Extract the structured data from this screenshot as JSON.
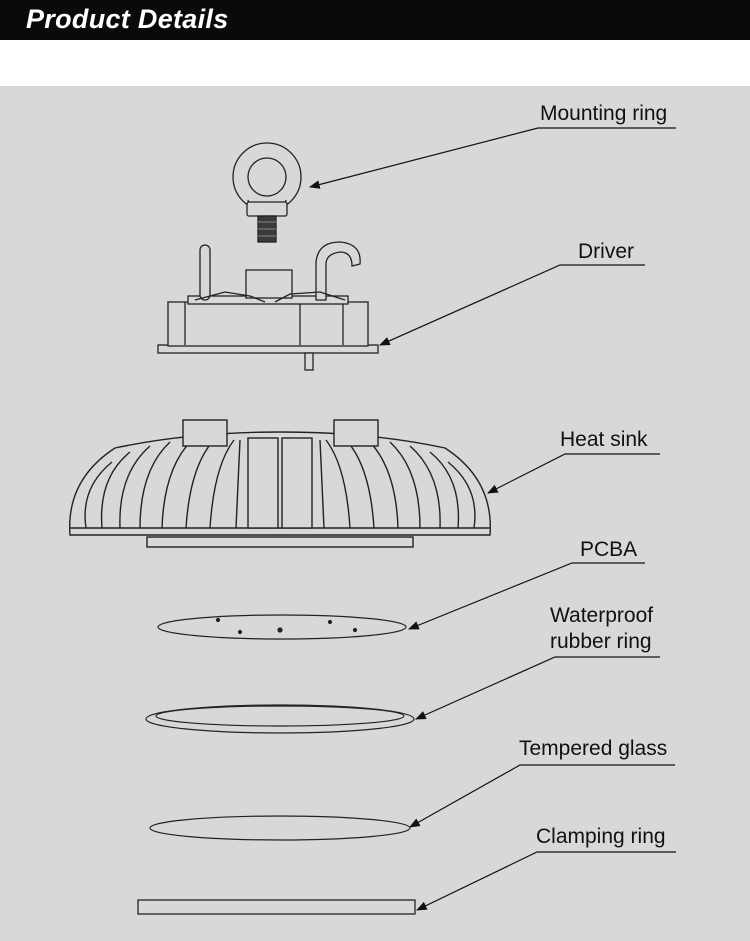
{
  "header": {
    "title": "Product Details"
  },
  "parts": [
    {
      "key": "mounting_ring",
      "label": "Mounting ring"
    },
    {
      "key": "driver",
      "label": "Driver"
    },
    {
      "key": "heat_sink",
      "label": "Heat sink"
    },
    {
      "key": "pcba",
      "label": "PCBA"
    },
    {
      "key": "waterproof_ring",
      "label_line1": "Waterproof",
      "label_line2": "rubber ring"
    },
    {
      "key": "tempered_glass",
      "label": "Tempered glass"
    },
    {
      "key": "clamping_ring",
      "label": "Clamping ring"
    }
  ],
  "colors": {
    "header_bg": "#0a0a0a",
    "panel_bg": "#d8d8d8",
    "line": "#1a1a1a",
    "part_fill": "#d8d8d8"
  }
}
